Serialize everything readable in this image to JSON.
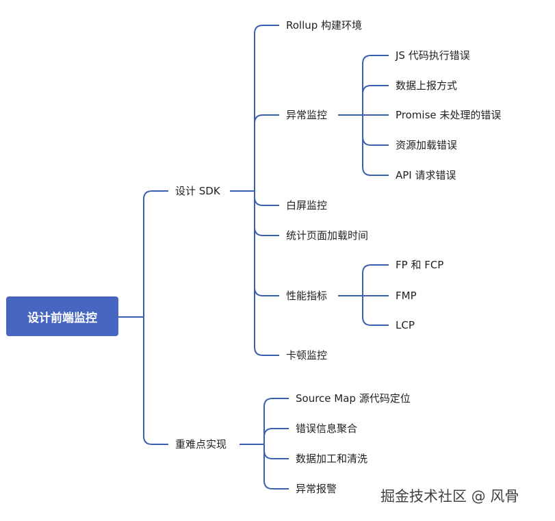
{
  "root": "设计前端监控",
  "branches": {
    "sdk": {
      "label": "设计 SDK",
      "children": {
        "rollup": "Rollup 构建环境",
        "exception": {
          "label": "异常监控",
          "children": [
            "JS 代码执行错误",
            "数据上报方式",
            "Promise 未处理的错误",
            "资源加载错误",
            "API 请求错误"
          ]
        },
        "whitescreen": "白屏监控",
        "loadtime": "统计页面加载时间",
        "perf": {
          "label": "性能指标",
          "children": [
            "FP 和 FCP",
            "FMP",
            "LCP"
          ]
        },
        "jank": "卡顿监控"
      }
    },
    "hard": {
      "label": "重难点实现",
      "children": [
        "Source Map 源代码定位",
        "错误信息聚合",
        "数据加工和清洗",
        "异常报警"
      ]
    }
  },
  "watermark": "掘金技术社区 @ 风骨",
  "colors": {
    "line": "#3a5fae",
    "root_bg": "#4766c2"
  }
}
